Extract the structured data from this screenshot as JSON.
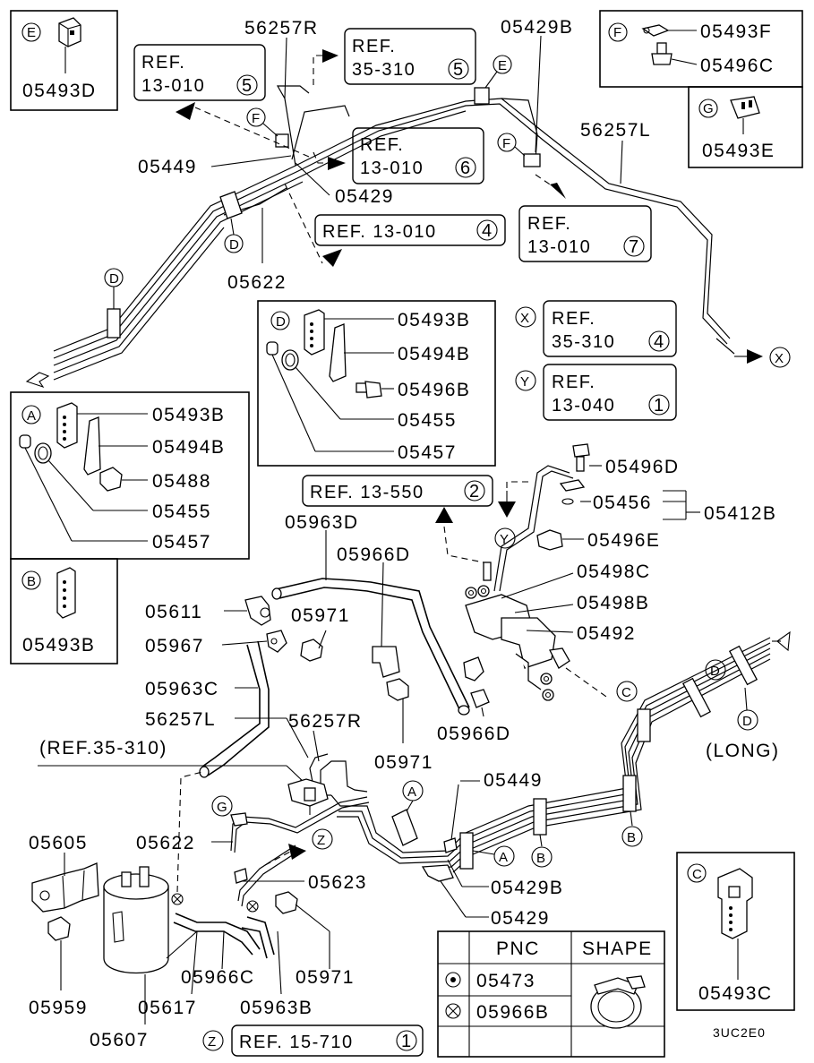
{
  "diagram_code": "3UC2E0",
  "part_labels": {
    "p56257R_top": "56257R",
    "p05429B_top": "05429B",
    "p05493F": "05493F",
    "p05496C": "05496C",
    "p05493E": "05493E",
    "p05493D": "05493D",
    "p56257L_top": "56257L",
    "p05449_top": "05449",
    "p05429_top": "05429",
    "p05622_top": "05622",
    "p05493B_D": "05493B",
    "p05494B_D": "05494B",
    "p05496B": "05496B",
    "p05455_D": "05455",
    "p05457_D": "05457",
    "p05493B_A": "05493B",
    "p05494B_A": "05494B",
    "p05488": "05488",
    "p05455_A": "05455",
    "p05457_A": "05457",
    "p05493B_B": "05493B",
    "p05496D": "05496D",
    "p05456": "05456",
    "p05412B": "05412B",
    "p05496E": "05496E",
    "p05498C": "05498C",
    "p05498B": "05498B",
    "p05492": "05492",
    "p05963D": "05963D",
    "p05966D_top": "05966D",
    "p05611": "05611",
    "p05971_a": "05971",
    "p05967": "05967",
    "p05963C": "05963C",
    "p56257R_mid": "56257R",
    "p56257L_mid": "56257L",
    "p05966D_bot": "05966D",
    "p05971_b": "05971",
    "ref_35_310_paren": "(REF.35-310)",
    "p05449_bot": "05449",
    "long_note": "(LONG)",
    "p05605": "05605",
    "p05622_bot": "05622",
    "p05623": "05623",
    "p05429B_bot": "05429B",
    "p05429_bot": "05429",
    "p05959": "05959",
    "p05966C": "05966C",
    "p05971_c": "05971",
    "p05617": "05617",
    "p05963B": "05963B",
    "p05607": "05607",
    "p05493C": "05493C"
  },
  "callout_letters": {
    "E": "E",
    "F": "F",
    "G": "G",
    "D": "D",
    "A": "A",
    "B": "B",
    "C": "C",
    "X": "X",
    "Y": "Y",
    "Z": "Z"
  },
  "references": [
    {
      "id": "ref1",
      "text": "REF.",
      "text2": "13-010",
      "num": "5"
    },
    {
      "id": "ref2",
      "text": "REF.",
      "text2": "35-310",
      "num": "5"
    },
    {
      "id": "ref3",
      "text": "REF.",
      "text2": "13-010",
      "num": "6"
    },
    {
      "id": "ref4",
      "text": "REF.  13-010",
      "text2": "",
      "num": "4"
    },
    {
      "id": "ref5",
      "text": "REF.",
      "text2": "13-010",
      "num": "7"
    },
    {
      "id": "ref6",
      "text": "REF.",
      "text2": "35-310",
      "num": "4"
    },
    {
      "id": "ref7",
      "text": "REF.",
      "text2": "13-040",
      "num": "1"
    },
    {
      "id": "ref8",
      "text": "REF.  13-550",
      "text2": "",
      "num": "2"
    },
    {
      "id": "ref9",
      "text": "REF.  15-710",
      "text2": "",
      "num": "1"
    }
  ],
  "legend": {
    "header_pnc": "PNC",
    "header_shape": "SHAPE",
    "rows": [
      {
        "pnc": "05473",
        "symbol": "double-circle"
      },
      {
        "pnc": "05966B",
        "symbol": "crossed-circle"
      }
    ]
  }
}
